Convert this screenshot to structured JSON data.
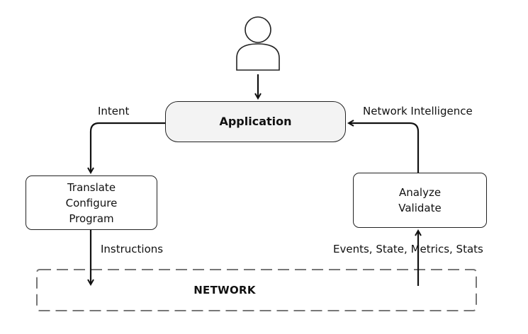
{
  "nodes": {
    "application": "Application",
    "translate": [
      "Translate",
      "Configure",
      "Program"
    ],
    "analyze": [
      "Analyze",
      "Validate"
    ],
    "network": "NETWORK"
  },
  "edges": {
    "intent": "Intent",
    "network_intelligence": "Network Intelligence",
    "instructions": "Instructions",
    "telemetry": "Events, State, Metrics, Stats"
  },
  "icons": {
    "user": "user-icon"
  }
}
